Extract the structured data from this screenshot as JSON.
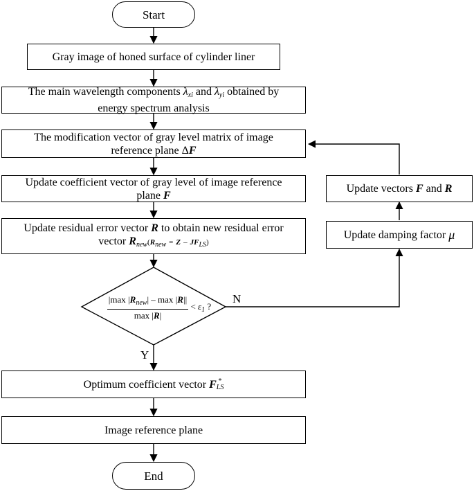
{
  "nodes": {
    "start": "Start",
    "gray_image": "Gray image of honed surface of cylinder liner",
    "wavelength": {
      "line1a": "The main wavelength components",
      "lambda_x": "λ",
      "lambda_x_sub": "xi",
      "and": "and",
      "lambda_y": "λ",
      "lambda_y_sub": "yi",
      "line1b": "obtained by",
      "line2": "energy spectrum analysis"
    },
    "modification": {
      "line1": "The modification vector of gray level matrix of image",
      "line2": "reference plane",
      "symbol_delta": "Δ",
      "symbol": "F"
    },
    "update_coef": {
      "line1": "Update coefficient vector of gray level of image reference",
      "line2": "plane",
      "symbol": "F"
    },
    "update_residual": {
      "line1a": "Update residual error vector",
      "symbol_R": "R",
      "line1b": "to obtain new residual error",
      "line2": "vector",
      "rnew": "R",
      "rnew_sub": "new",
      "paren_open": "(",
      "rnew2": "R",
      "rnew2_sub": "new",
      "equals": "=",
      "z": "Z",
      "minus": "–",
      "jf": "JF",
      "ls_sub": "LS",
      "paren_close": ")"
    },
    "decision": {
      "num_a": "max",
      "num_rnew": "R",
      "num_rnew_sub": "new",
      "num_minus": "– max",
      "num_r": "R",
      "den": "max",
      "den_r": "R",
      "lt": "<",
      "eps": "ε",
      "eps_sub": "1",
      "q": "?"
    },
    "optimum": {
      "text": "Optimum coefficient vector",
      "symbol": "F",
      "sup": "*",
      "sub": "LS"
    },
    "image_plane": "Image reference plane",
    "end": "End",
    "update_vectors": {
      "text": "Update vectors",
      "f": "F",
      "and": "and",
      "r": "R"
    },
    "damping": {
      "text": "Update damping factor",
      "mu": "μ"
    }
  },
  "labels": {
    "yes": "Y",
    "no": "N"
  }
}
